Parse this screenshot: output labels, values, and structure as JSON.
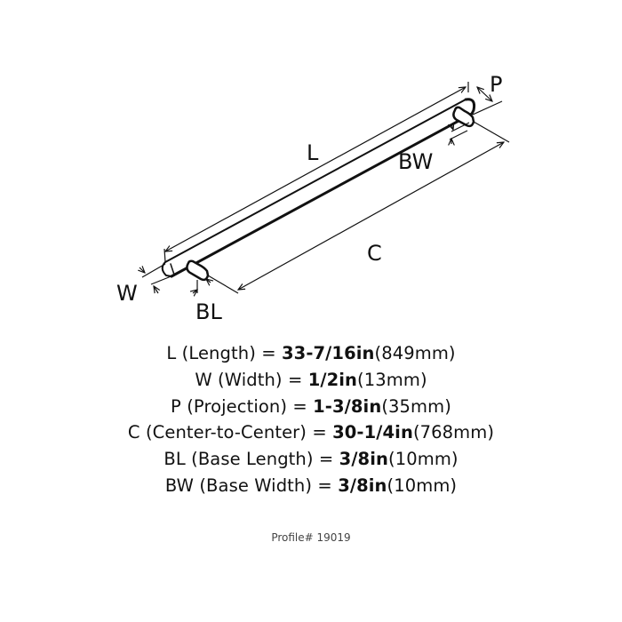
{
  "diagram": {
    "labels": {
      "L": "L",
      "W": "W",
      "P": "P",
      "C": "C",
      "BL": "BL",
      "BW": "BW"
    }
  },
  "specs": [
    {
      "abbr": "L",
      "name": "(Length)",
      "eq": "=",
      "imperial": "33-7/16in",
      "metric": "(849mm)"
    },
    {
      "abbr": "W",
      "name": "(Width)",
      "eq": "=",
      "imperial": "1/2in",
      "metric": "(13mm)"
    },
    {
      "abbr": "P",
      "name": "(Projection)",
      "eq": "=",
      "imperial": "1-3/8in",
      "metric": "(35mm)"
    },
    {
      "abbr": "C",
      "name": "(Center-to-Center)",
      "eq": "=",
      "imperial": "30-1/4in",
      "metric": "(768mm)"
    },
    {
      "abbr": "BL",
      "name": "(Base Length)",
      "eq": "=",
      "imperial": "3/8in",
      "metric": "(10mm)"
    },
    {
      "abbr": "BW",
      "name": "(Base Width)",
      "eq": "=",
      "imperial": "3/8in",
      "metric": "(10mm)"
    }
  ],
  "profile": "Profile# 19019"
}
